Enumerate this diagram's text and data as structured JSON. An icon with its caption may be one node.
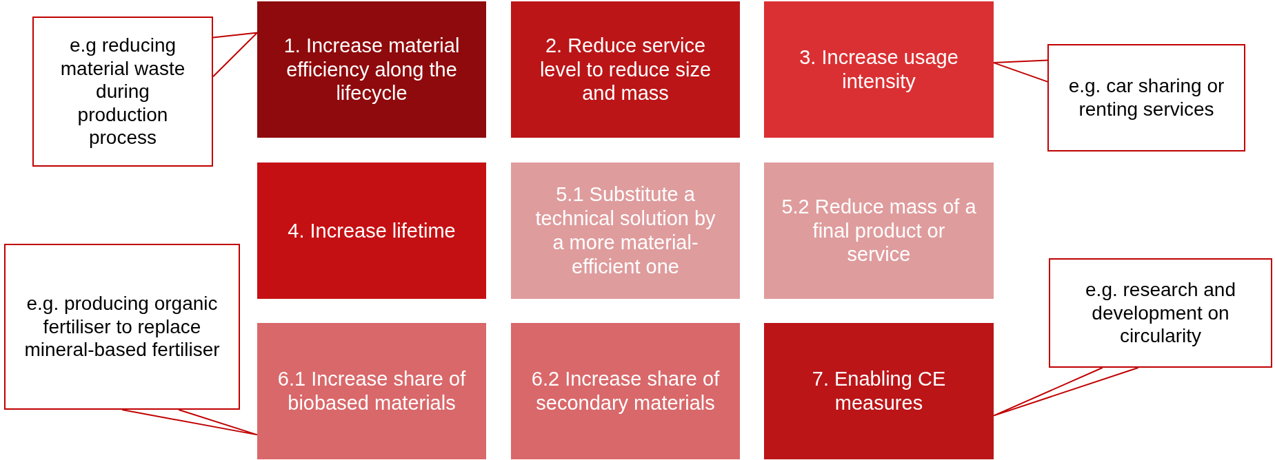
{
  "diagram": {
    "nodes": [
      {
        "text": [
          "e.g reducing material waste during production process"
        ]
      },
      {
        "text": [
          "1. Increase material efficiency along the lifecycle"
        ]
      },
      {
        "text": [
          "2. Reduce service level to reduce size and mass"
        ]
      },
      {
        "text": [
          "3. Increase usage intensity"
        ]
      },
      {
        "text": [
          "e.g. car sharing or renting services"
        ]
      },
      {
        "text": [
          "4. Increase lifetime"
        ]
      },
      {
        "text": [
          "5.1 Substitute a technical solution by a more material-efficient one"
        ]
      },
      {
        "text": [
          "5.2 Reduce mass of a final product or service"
        ]
      },
      {
        "text": [
          "e.g. producing organic fertiliser to replace mineral-based fertiliser"
        ]
      },
      {
        "text": [
          "6.1 Increase share of biobased materials"
        ]
      },
      {
        "text": [
          "6.2 Increase share of secondary materials"
        ]
      },
      {
        "text": [
          "7. Enabling CE measures"
        ]
      },
      {
        "text": [
          "e.g. research and development on circularity"
        ]
      }
    ],
    "edges": [
      {
        "from": 0,
        "to": 1,
        "arrow": "none"
      },
      {
        "from": 4,
        "to": 3,
        "arrow": "none"
      },
      {
        "from": 8,
        "to": 9,
        "arrow": "none"
      },
      {
        "from": 12,
        "to": 11,
        "arrow": "none"
      }
    ]
  }
}
